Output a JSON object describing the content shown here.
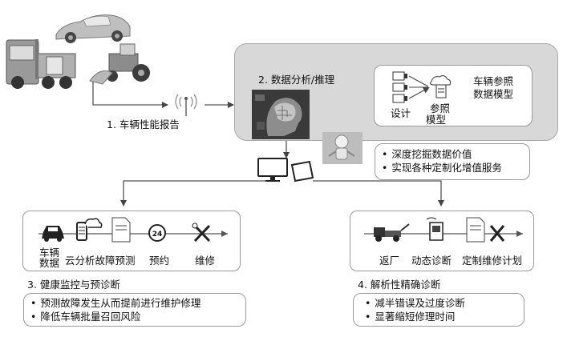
{
  "top": {
    "step1_label": "1. 车辆性能报告",
    "step2_label": "2. 数据分析/推理"
  },
  "model_box": {
    "title_line1": "车辆参照",
    "title_line2": "数据模型",
    "design_label": "设计",
    "ref_line1": "参照",
    "ref_line2": "模型"
  },
  "value_box": {
    "items": [
      "深度挖掘数据价值",
      "实现各种定制化增值服务"
    ]
  },
  "left_flow": {
    "car_data_line1": "车辆",
    "car_data_line2": "数据",
    "cloud_fault": "云分析故障预测",
    "booking": "预约",
    "repair": "维修",
    "section_title": "3. 健康监控与预诊断",
    "bullets": [
      "预测故障发生从而提前进行维护修理",
      "降低车辆批量召回风险"
    ]
  },
  "right_flow": {
    "return_factory": "返厂",
    "dynamic_diag": "动态诊断",
    "custom_plan": "定制维修计划",
    "section_title": "4. 解析性精确诊断",
    "bullets": [
      "减半错误及过度诊断",
      "显著缩短修理时间"
    ]
  },
  "icons": {
    "clock_number": "24"
  }
}
